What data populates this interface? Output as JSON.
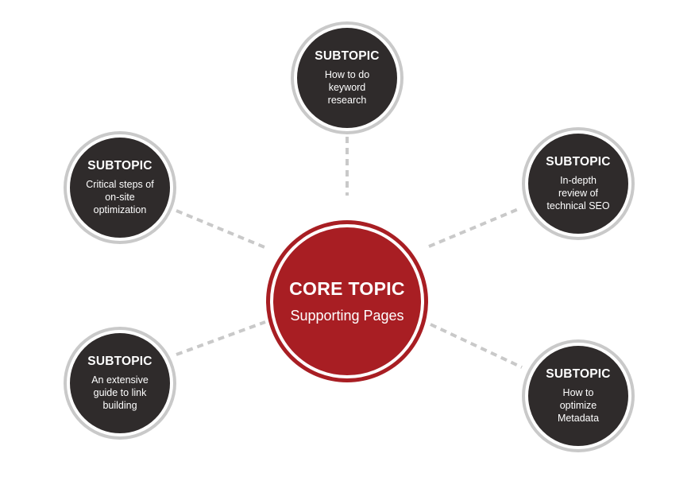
{
  "core": {
    "title": "CORE TOPIC",
    "subtitle": "Supporting Pages"
  },
  "subtopics": [
    {
      "title": "SUBTOPIC",
      "text": "How to do\nkeyword\nresearch"
    },
    {
      "title": "SUBTOPIC",
      "text": "Critical steps of\non-site\noptimization"
    },
    {
      "title": "SUBTOPIC",
      "text": "In-depth\nreview of\ntechnical SEO"
    },
    {
      "title": "SUBTOPIC",
      "text": "An extensive\nguide to link\nbuilding"
    },
    {
      "title": "SUBTOPIC",
      "text": "How to\noptimize\nMetadata"
    }
  ],
  "colors": {
    "core": "#a81e23",
    "subtopic": "#2f2b2b",
    "ring": "#c9c9c9",
    "connector": "#c9c9c9"
  }
}
